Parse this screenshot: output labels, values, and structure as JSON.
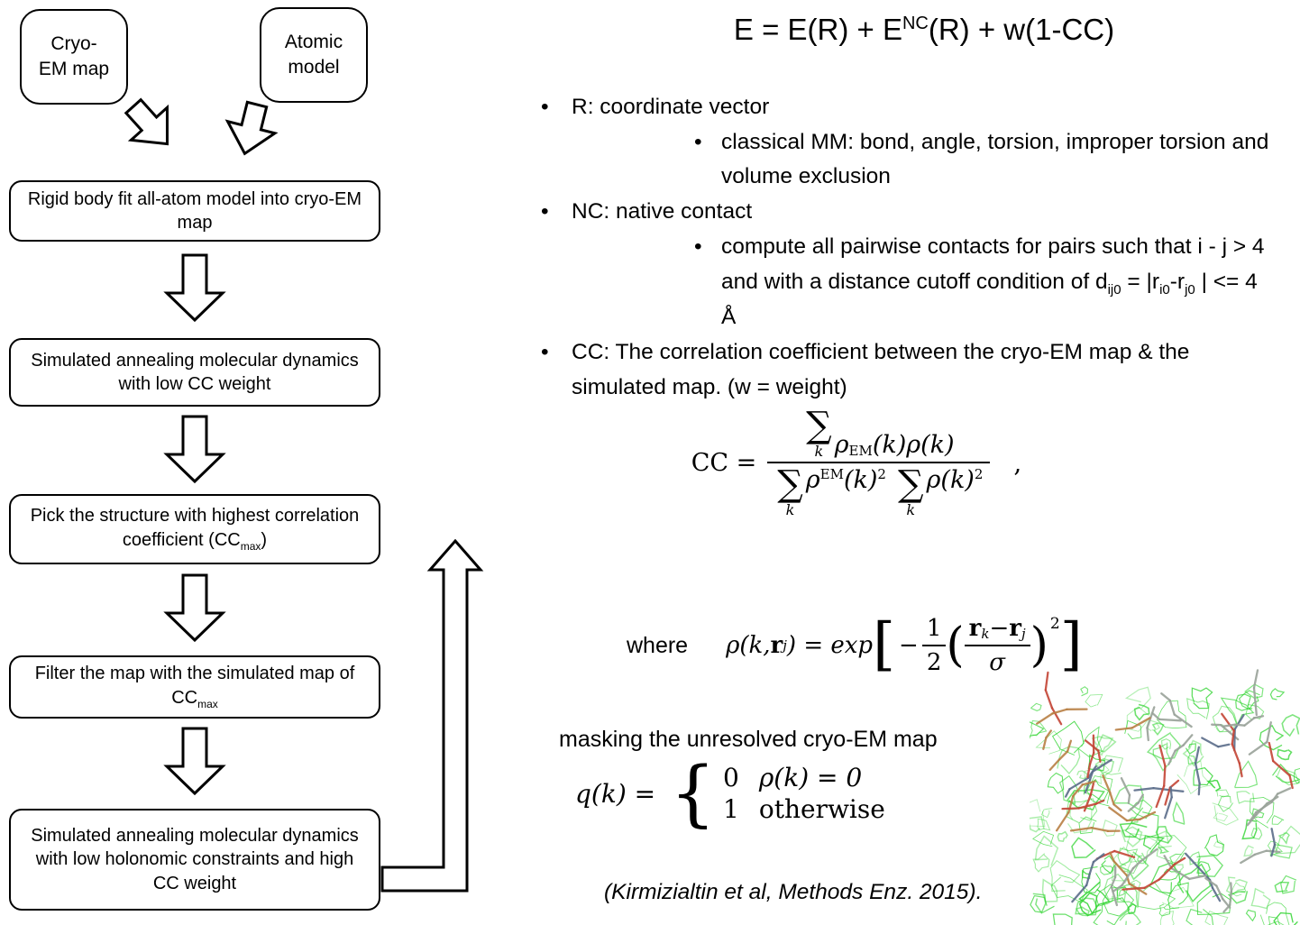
{
  "ui": {
    "bullet": "•"
  },
  "flowchart": {
    "inputs": [
      {
        "line1": "Cryo-",
        "line2": "EM map"
      },
      {
        "line1": "Atomic",
        "line2": "model"
      }
    ],
    "steps": [
      {
        "text": "Rigid body fit all-atom model into cryo-EM map"
      },
      {
        "text": "Simulated annealing molecular dynamics with low CC weight"
      },
      {
        "pre": "Pick the structure with highest correlation coefficient (CC",
        "sub": "max",
        "post": ")"
      },
      {
        "pre": "Filter the map with the simulated map of CC",
        "sub": "max",
        "post": ""
      },
      {
        "text": "Simulated annealing molecular dynamics with low holonomic constraints and high CC weight"
      }
    ]
  },
  "energy_equation": {
    "pre": "E = E(R) + E",
    "sup": "NC",
    "post": "(R) + w(1-CC)"
  },
  "bullets": {
    "r_label": "R: coordinate vector",
    "r_sub": "classical MM: bond, angle, torsion, improper torsion and volume exclusion",
    "nc_label": "NC: native contact",
    "nc_sub_p1": "compute all pairwise contacts for pairs such that i - j > 4 and with a distance cutoff condition of d",
    "nc_sub_s1": "ij0",
    "nc_sub_p2": " = |r",
    "nc_sub_s2": "i0",
    "nc_sub_p3": "-r",
    "nc_sub_s3": "j0",
    "nc_sub_p4": " | <= 4 Å",
    "cc_label": "CC: The correlation coefficient between the cryo-EM map & the simulated map. (w = weight)"
  },
  "cc_formula": {
    "lhs": "CC =",
    "sum": "∑",
    "sum_sub": "k",
    "num_rho": "ρ",
    "num_sup": "EM",
    "num_rest": "(k)ρ(k)",
    "den1_rho": "ρ",
    "den1_sup": "EM",
    "den1_arg": "(k)",
    "den1_exp": "2",
    "den2_body": "ρ(k)",
    "den2_exp": "2",
    "comma": ","
  },
  "where_formula": {
    "label": "where",
    "lhs_rho": "ρ(k, ",
    "lhs_bold_r": "r",
    "lhs_sub": "j",
    "lhs_close": ") = exp",
    "lbracket": "[",
    "minus": "−",
    "half_num": "1",
    "half_den": "2",
    "lparen": "(",
    "num_r1": "r",
    "num_s1": "k",
    "num_minus": " − ",
    "num_r2": "r",
    "num_s2": "j",
    "den_sigma": "σ",
    "rparen": ")",
    "exp": "2",
    "rbracket": "]"
  },
  "masking": {
    "label": "masking the unresolved cryo-EM map",
    "q_lhs": "q(k) =",
    "brace": "{",
    "row1_val": "0",
    "row1_cond": "ρ(k) = 0",
    "row2_val": "1",
    "row2_cond": "otherwise"
  },
  "citation": "(Kirmizialtin et al, Methods Enz. 2015).",
  "colors": {
    "mesh_green": "#2fd42f",
    "stick_red": "#c44536",
    "stick_tan": "#b98045",
    "stick_blue": "#5b6d8a",
    "stick_gray": "#9aa39a"
  }
}
